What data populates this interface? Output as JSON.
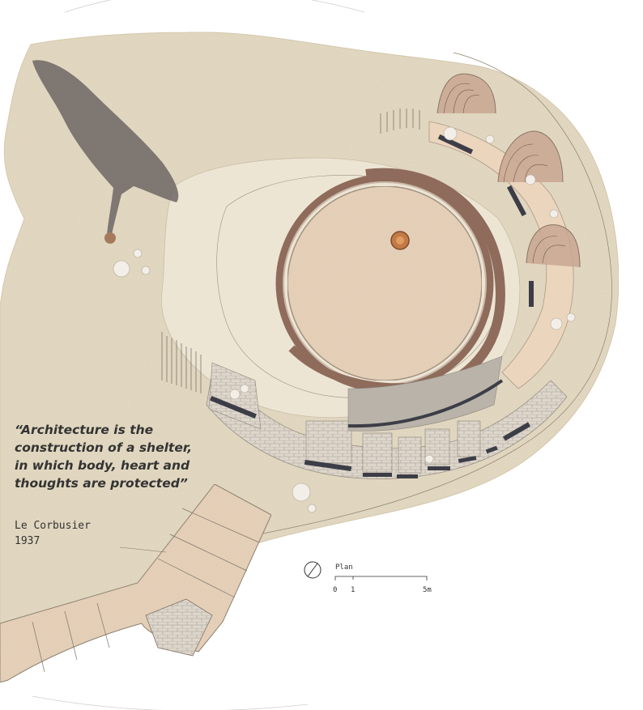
{
  "quote": {
    "lines": [
      "“Architecture is the",
      "construction of a shelter,",
      "in which body, heart and",
      "thoughts are protected”"
    ]
  },
  "author": {
    "name": "Le Corbusier",
    "year": "1937"
  },
  "scale": {
    "title": "Plan",
    "label_0": "0",
    "label_1": "1",
    "label_5": "5m"
  },
  "colors": {
    "grass": "#e6dcc5",
    "paving": "#ead3bb",
    "bench": "#8f6b5b",
    "fire": "#c27a47"
  }
}
